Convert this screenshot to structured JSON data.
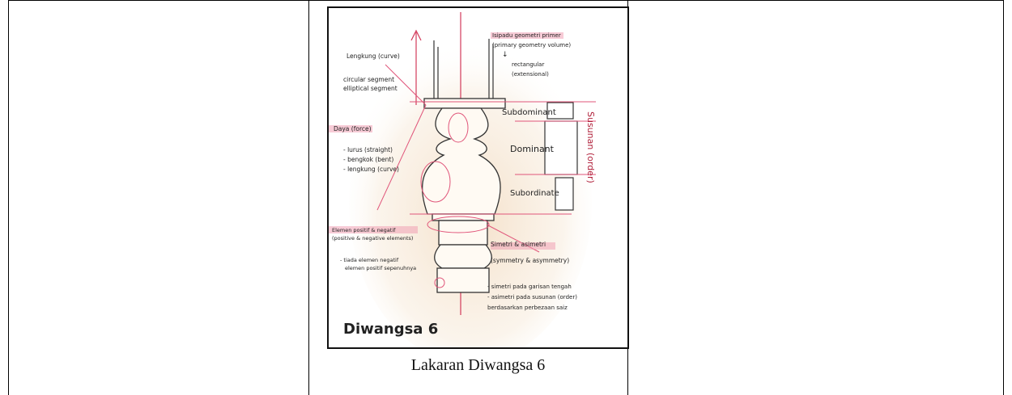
{
  "sketch": {
    "labels": {
      "lengkung": "Lengkung (curve)",
      "circular": "circular segment",
      "elliptical": "elliptical segment",
      "daya": "Daya (force)",
      "lurus": "- lurus (straight)",
      "bengkok": "- bengkok (bent)",
      "lengkung2": "- lengkung (curve)",
      "elemen": "Elemen positif & negatif",
      "elemen_en": "(positive & negative elements)",
      "tiada": "- tiada elemen negatif",
      "tiada2": "elemen positif sepenuhnya",
      "isipadu": "Isipadu geometri primer",
      "isipadu_en": "(primary geometry volume)",
      "arrow_down": "↓",
      "rect": "rectangular",
      "ext": "(extensional)",
      "subdominant": "Subdominant",
      "dominant": "Dominant",
      "subordinate": "Subordinate",
      "susunan": "Susunan (order)",
      "simetri": "Simetri & asimetri",
      "simetri_en": "(symmetry & asymmetry)",
      "s1": "- simetri pada garisan tengah",
      "s2": "- asimetri pada susunan (order)",
      "s3": "berdasarkan perbezaan saiz",
      "title": "Diwangsa 6"
    }
  },
  "caption": "Lakaran Diwangsa 6"
}
